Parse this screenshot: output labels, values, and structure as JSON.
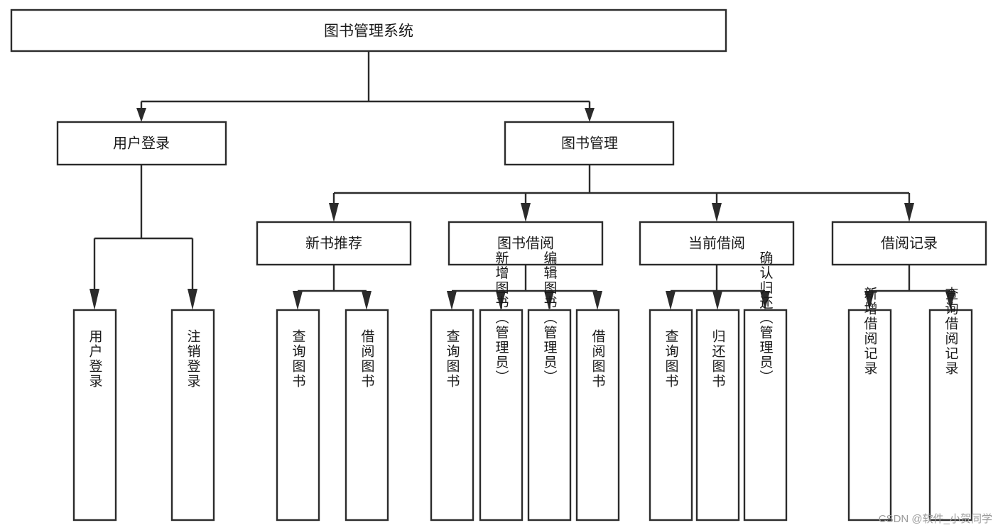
{
  "diagram": {
    "type": "tree-hierarchy",
    "title": "图书管理系统",
    "watermark": "CSDN @软件_小贺同学",
    "colors": {
      "background": "#ffffff",
      "stroke": "#2b2b2b",
      "node_fill": "#ffffff",
      "text": "#1a1a1a",
      "watermark": "#9a9a9a"
    },
    "levels": {
      "root": "图书管理系统",
      "level1": [
        "用户登录",
        "图书管理"
      ],
      "level2": [
        "新书推荐",
        "图书借阅",
        "当前借阅",
        "借阅记录"
      ]
    },
    "nodes": {
      "root": {
        "label": "图书管理系统"
      },
      "user_login": {
        "label": "用户登录"
      },
      "book_manage": {
        "label": "图书管理"
      },
      "new_book_rec": {
        "label": "新书推荐"
      },
      "book_borrow": {
        "label": "图书借阅"
      },
      "current_borrow": {
        "label": "当前借阅"
      },
      "borrow_record": {
        "label": "借阅记录"
      }
    },
    "leaves": {
      "user_login": [
        {
          "label": "用户登录"
        },
        {
          "label": "注销登录"
        }
      ],
      "new_book_rec": [
        {
          "label": "查询图书"
        },
        {
          "label": "借阅图书"
        }
      ],
      "book_borrow": [
        {
          "label": "查询图书"
        },
        {
          "label": "新增图书（管理员）"
        },
        {
          "label": "编辑图书（管理员）"
        },
        {
          "label": "借阅图书"
        }
      ],
      "current_borrow": [
        {
          "label": "查询图书"
        },
        {
          "label": "归还图书"
        },
        {
          "label": "确认归还（管理员）"
        }
      ],
      "borrow_record": [
        {
          "label": "新增借阅记录"
        },
        {
          "label": "查询借阅记录"
        }
      ]
    }
  }
}
